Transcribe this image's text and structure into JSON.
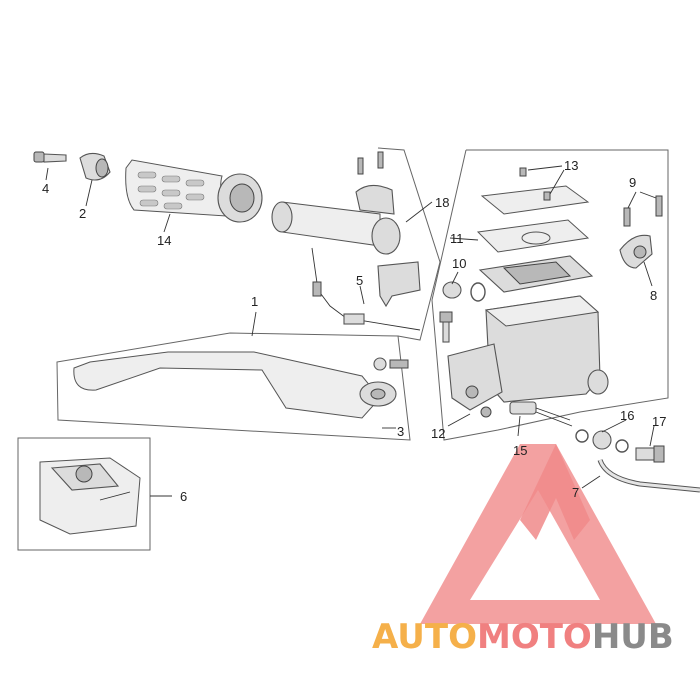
{
  "diagram": {
    "callouts": {
      "c1": "1",
      "c2": "2",
      "c3": "3",
      "c4": "4",
      "c5": "5",
      "c6": "6",
      "c7": "7",
      "c8": "8",
      "c9": "9",
      "c10": "10",
      "c11": "11",
      "c12": "12",
      "c13": "13",
      "c14": "14",
      "c15": "15",
      "c16": "16",
      "c17": "17",
      "c18": "18"
    }
  },
  "watermark": {
    "part1": "AUTO",
    "part2": "MOTO",
    "part3": "HUB",
    "colors": {
      "auto": "#f5b04a",
      "moto": "#f08080",
      "hub": "#8a8a8a",
      "logo": "#f08a8a"
    },
    "logo_icon": "triangle-m-logo"
  }
}
